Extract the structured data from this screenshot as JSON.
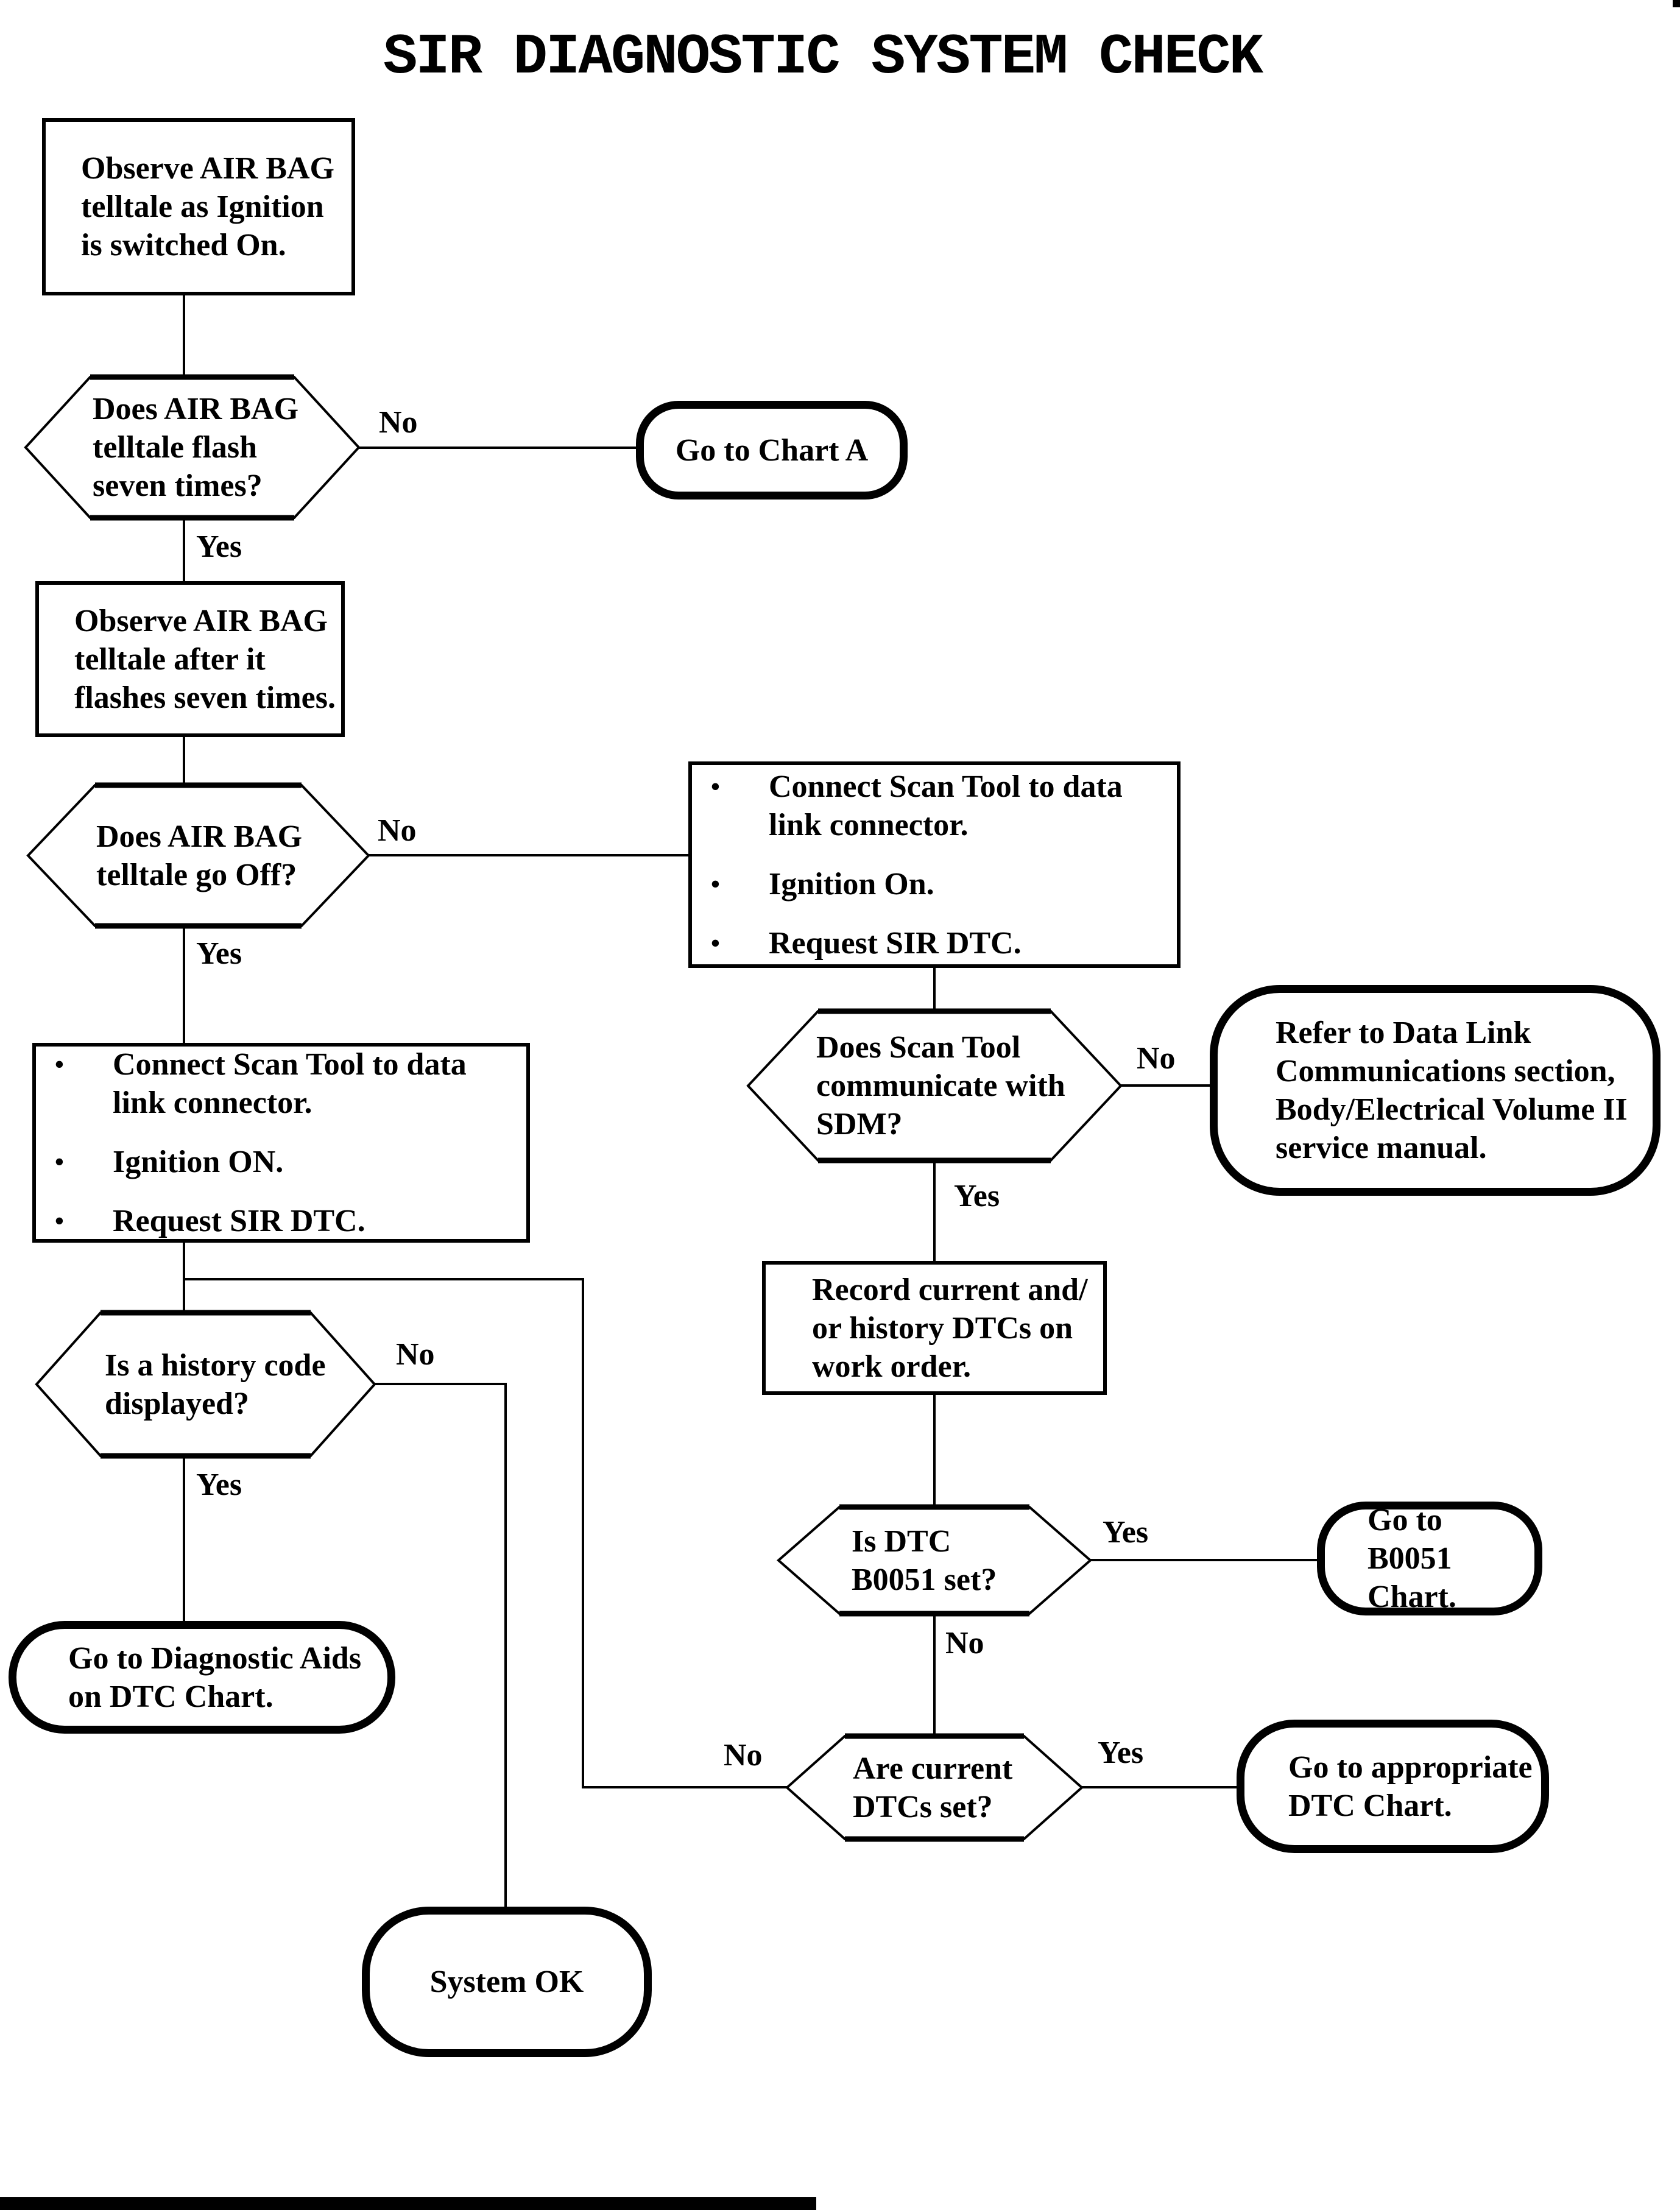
{
  "title": "SIR DIAGNOSTIC SYSTEM CHECK",
  "bullet_char": "•",
  "nodes": {
    "observe_ignition": {
      "type": "process",
      "text": "Observe AIR BAG\ntelltale as Ignition\nis switched On."
    },
    "flash_seven": {
      "type": "decision",
      "text": "Does AIR BAG\ntelltale flash\nseven times?"
    },
    "go_chart_a": {
      "type": "terminal",
      "text": "Go to Chart A"
    },
    "observe_after": {
      "type": "process",
      "text": "Observe AIR BAG\ntelltale after it\nflashes seven times."
    },
    "telltale_off": {
      "type": "decision",
      "text": "Does AIR BAG\ntelltale go Off?"
    },
    "scan_right": {
      "type": "process-bullets",
      "items": [
        "Connect Scan Tool to data\nlink connector.",
        "Ignition On.",
        "Request SIR DTC."
      ]
    },
    "scan_left": {
      "type": "process-bullets",
      "items": [
        "Connect Scan Tool to data\nlink connector.",
        "Ignition ON.",
        "Request SIR DTC."
      ]
    },
    "sdm_comm": {
      "type": "decision",
      "text": "Does Scan Tool\ncommunicate with\nSDM?"
    },
    "refer_datalink": {
      "type": "terminal",
      "text": "Refer to Data Link\nCommunications section,\nBody/Electrical Volume II\nservice manual."
    },
    "record_dtcs": {
      "type": "process",
      "text": "Record current and/\nor history DTCs on\nwork order."
    },
    "history_code": {
      "type": "decision",
      "text": "Is a history code\ndisplayed?"
    },
    "go_diag_aids": {
      "type": "terminal",
      "text": "Go to Diagnostic Aids\non DTC Chart."
    },
    "dtc_b0051": {
      "type": "decision",
      "text": "Is DTC\nB0051 set?"
    },
    "go_b0051": {
      "type": "terminal",
      "text": "Go to B0051\nChart."
    },
    "current_dtcs": {
      "type": "decision",
      "text": "Are current\nDTCs set?"
    },
    "go_appropriate": {
      "type": "terminal",
      "text": "Go to appropriate\nDTC Chart."
    },
    "system_ok": {
      "type": "terminal",
      "text": "System OK"
    }
  },
  "edges": {
    "flash_seven_no": "No",
    "flash_seven_yes": "Yes",
    "telltale_off_no": "No",
    "telltale_off_yes": "Yes",
    "sdm_comm_no": "No",
    "sdm_comm_yes": "Yes",
    "history_code_no": "No",
    "history_code_yes": "Yes",
    "dtc_b0051_yes": "Yes",
    "dtc_b0051_no": "No",
    "current_dtcs_no": "No",
    "current_dtcs_yes": "Yes"
  },
  "colors": {
    "ink": "#000000",
    "paper": "#ffffff"
  }
}
